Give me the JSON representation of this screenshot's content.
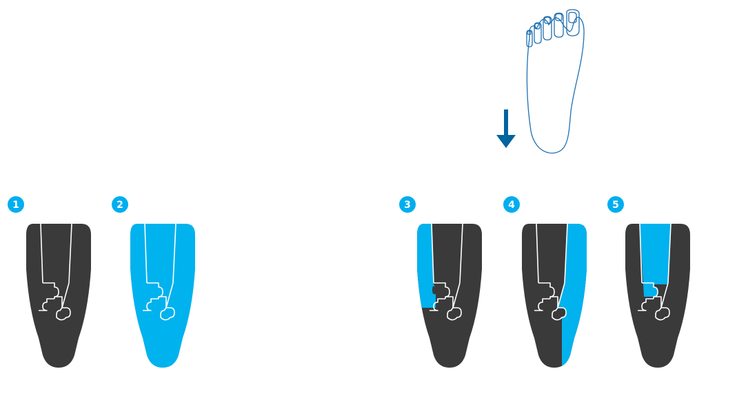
{
  "colors": {
    "dark": "#3a3a3a",
    "highlight": "#00b2ee",
    "badge": "#00aeef",
    "arrow": "#00649e",
    "foot_outline": "#1f6fb0",
    "divider": "#ffffff"
  },
  "icons": {
    "foot": "foot-outline-icon",
    "arrow": "down-arrow-icon"
  },
  "steps": [
    {
      "number": "1",
      "highlight": "none"
    },
    {
      "number": "2",
      "highlight": "all"
    },
    {
      "number": "3",
      "highlight": "left"
    },
    {
      "number": "4",
      "highlight": "right"
    },
    {
      "number": "5",
      "highlight": "center"
    }
  ]
}
